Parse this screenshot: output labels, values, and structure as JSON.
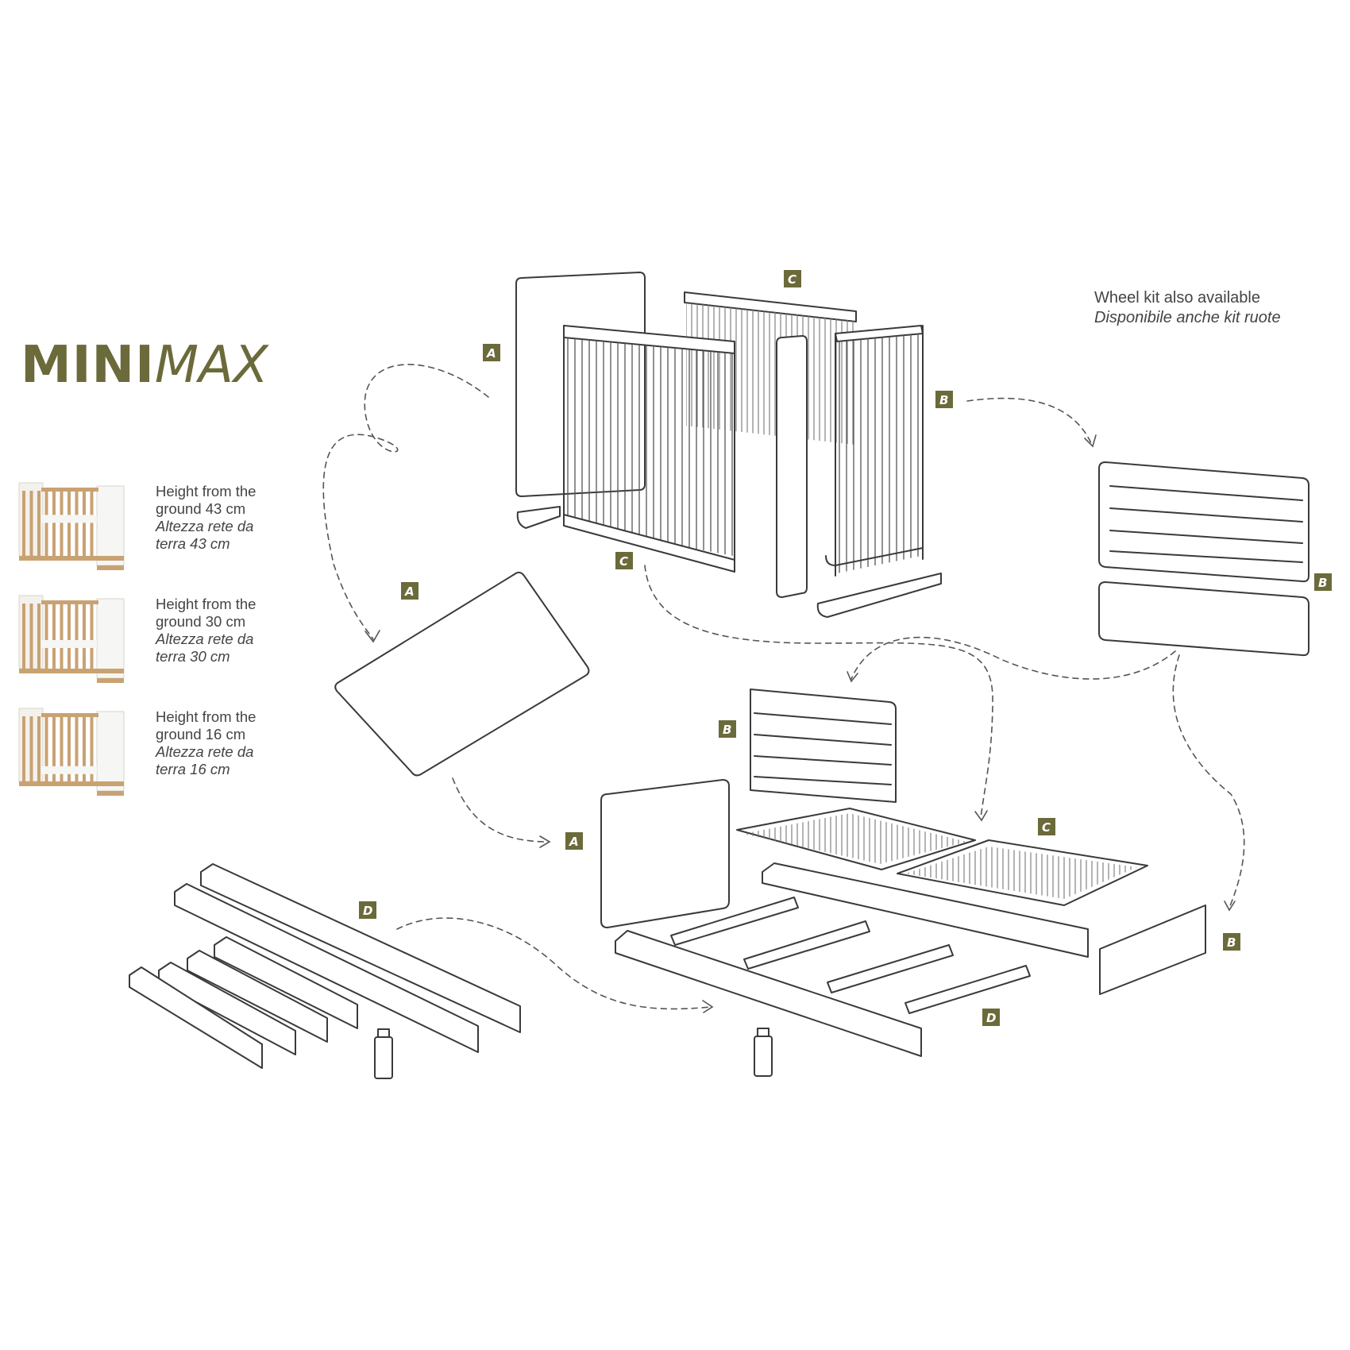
{
  "brand": {
    "bold": "MINI",
    "light": "MAX"
  },
  "note": {
    "en": "Wheel kit also available",
    "it": "Disponibile anche kit ruote"
  },
  "heights": [
    {
      "en1": "Height from the",
      "en2": "ground 43 cm",
      "it1": "Altezza rete da",
      "it2": "terra 43 cm",
      "level": 43
    },
    {
      "en1": "Height from the",
      "en2": "ground 30 cm",
      "it1": "Altezza rete da",
      "it2": "terra 30 cm",
      "level": 30
    },
    {
      "en1": "Height from the",
      "en2": "ground 16 cm",
      "it1": "Altezza rete da",
      "it2": "terra 16 cm",
      "level": 16
    }
  ],
  "labels": {
    "a": "A",
    "b": "B",
    "c": "C",
    "d": "D"
  },
  "colors": {
    "accent": "#6b6a3a",
    "line": "#3a3a3a",
    "wood": "#c9a272",
    "white": "#f6f6f4"
  }
}
